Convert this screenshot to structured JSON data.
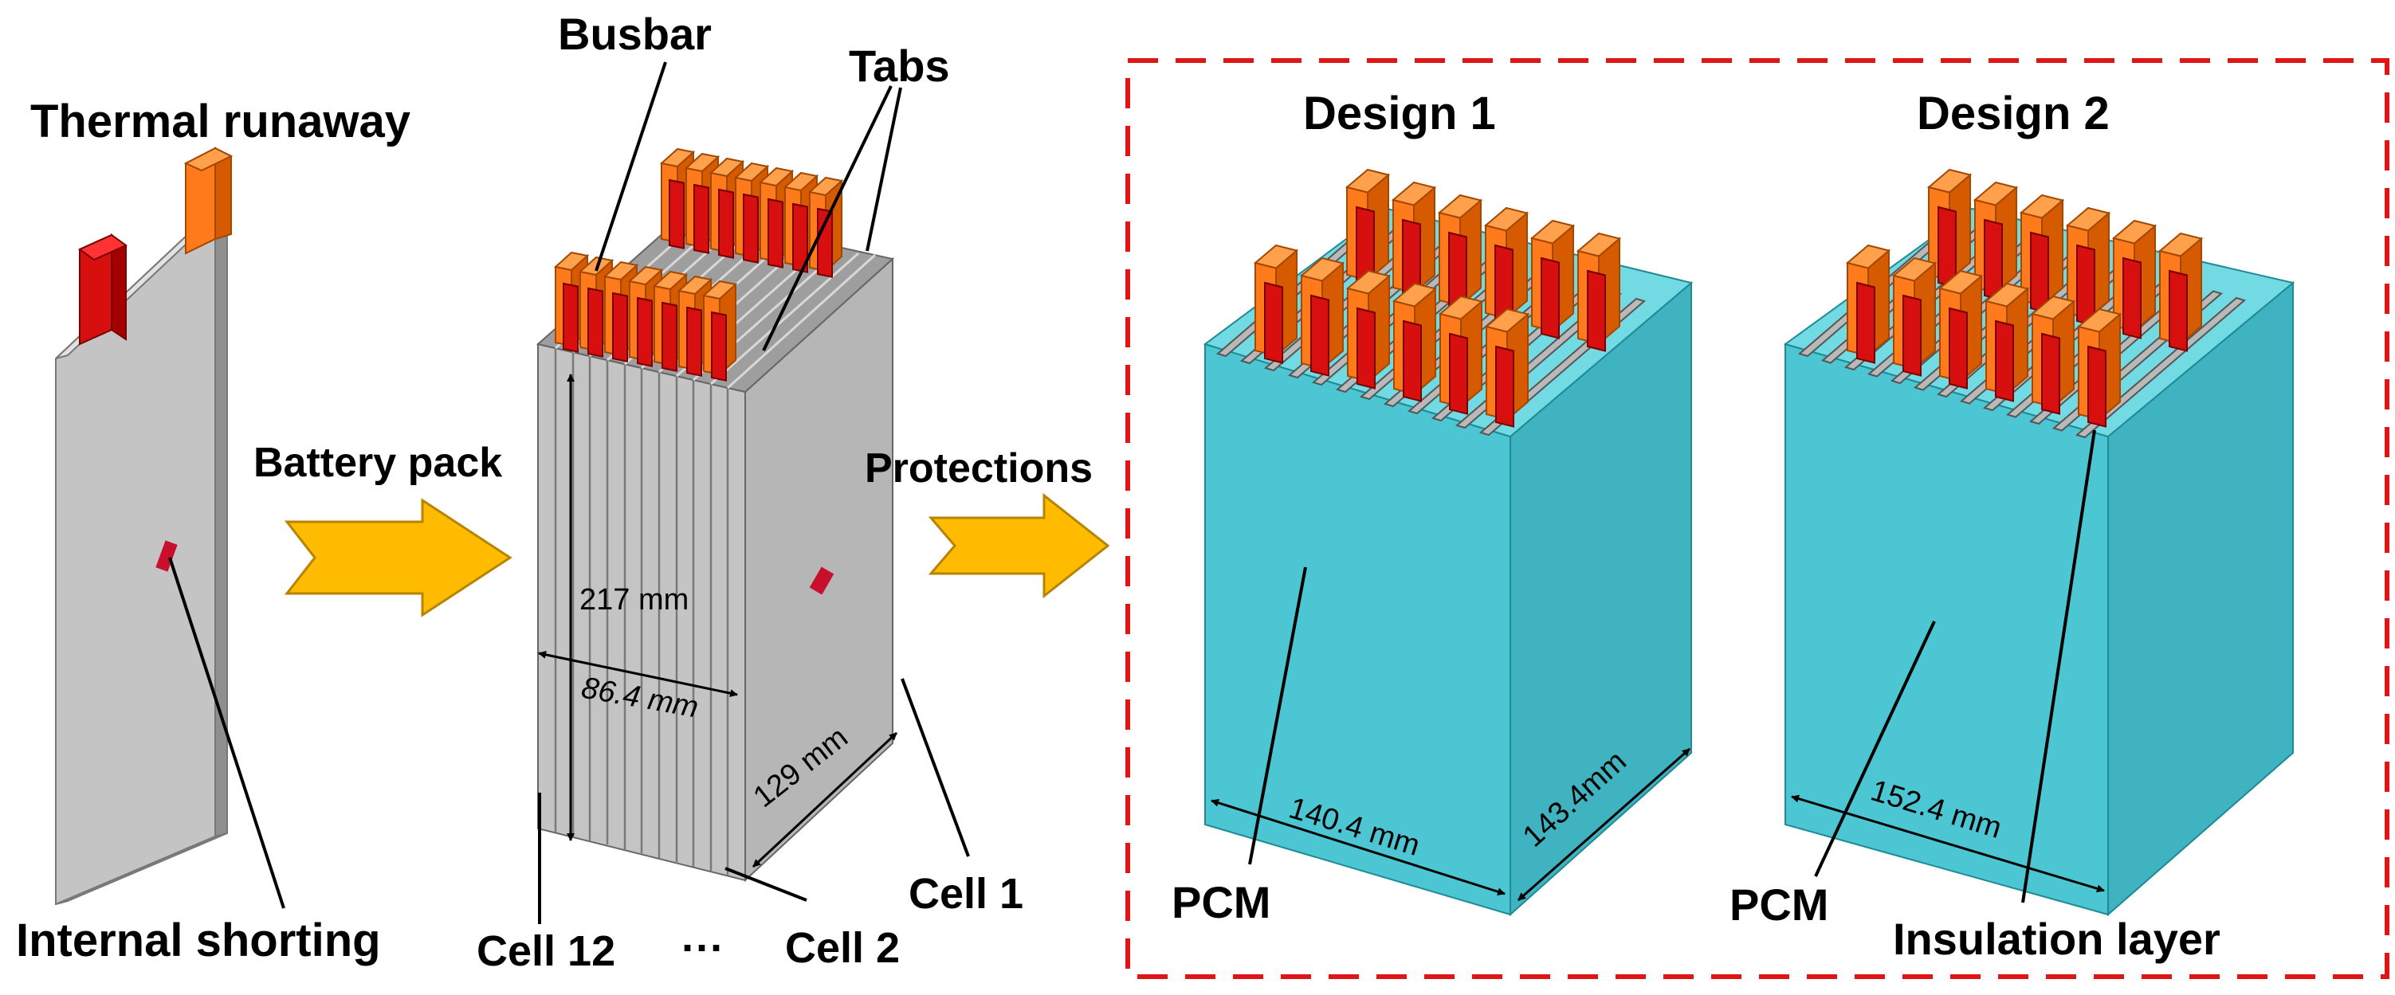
{
  "labels": {
    "thermal_runaway": "Thermal runaway",
    "internal_shorting": "Internal shorting",
    "battery_pack": "Battery pack",
    "protections": "Protections",
    "busbar": "Busbar",
    "tabs": "Tabs",
    "cell1": "Cell 1",
    "cell2": "Cell 2",
    "cell12": "Cell 12",
    "ellipsis": "···",
    "design1": "Design 1",
    "design2": "Design 2",
    "pcm1": "PCM",
    "pcm2": "PCM",
    "insulation": "Insulation layer"
  },
  "dimensions": {
    "height": "217 mm",
    "width": "86.4 mm",
    "depth": "129 mm",
    "d1_width": "140.4 mm",
    "d1_depth": "143.4mm",
    "d2_width": "152.4 mm"
  },
  "colors": {
    "cell_face": "#c4c4c4",
    "cell_side": "#9c9c9c",
    "tab_orange": "#ff7a1a",
    "tab_red": "#d80f0f",
    "pcm_face": "#4cc6d2",
    "arrow": "#ffbb00",
    "dashed_box": "#e01515"
  }
}
